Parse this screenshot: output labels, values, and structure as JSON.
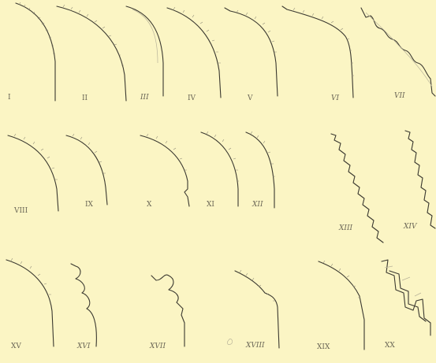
{
  "plate": {
    "background": "#fbf5c4",
    "ink": "#3a382f",
    "label_color": "#6a6656",
    "labels": {
      "l1": "I",
      "l2": "II",
      "l3": "III",
      "l4": "IV",
      "l5": "V",
      "l6": "VI",
      "l7": "VII",
      "l8": "VIII",
      "l9": "IX",
      "l10": "X",
      "l11": "XI",
      "l12": "XII",
      "l13": "XIII",
      "l14": "XIV",
      "l15": "XV",
      "l16": "XVI",
      "l17": "XVII",
      "l18": "XVIII",
      "l19": "XIX",
      "l20": "XX"
    }
  }
}
